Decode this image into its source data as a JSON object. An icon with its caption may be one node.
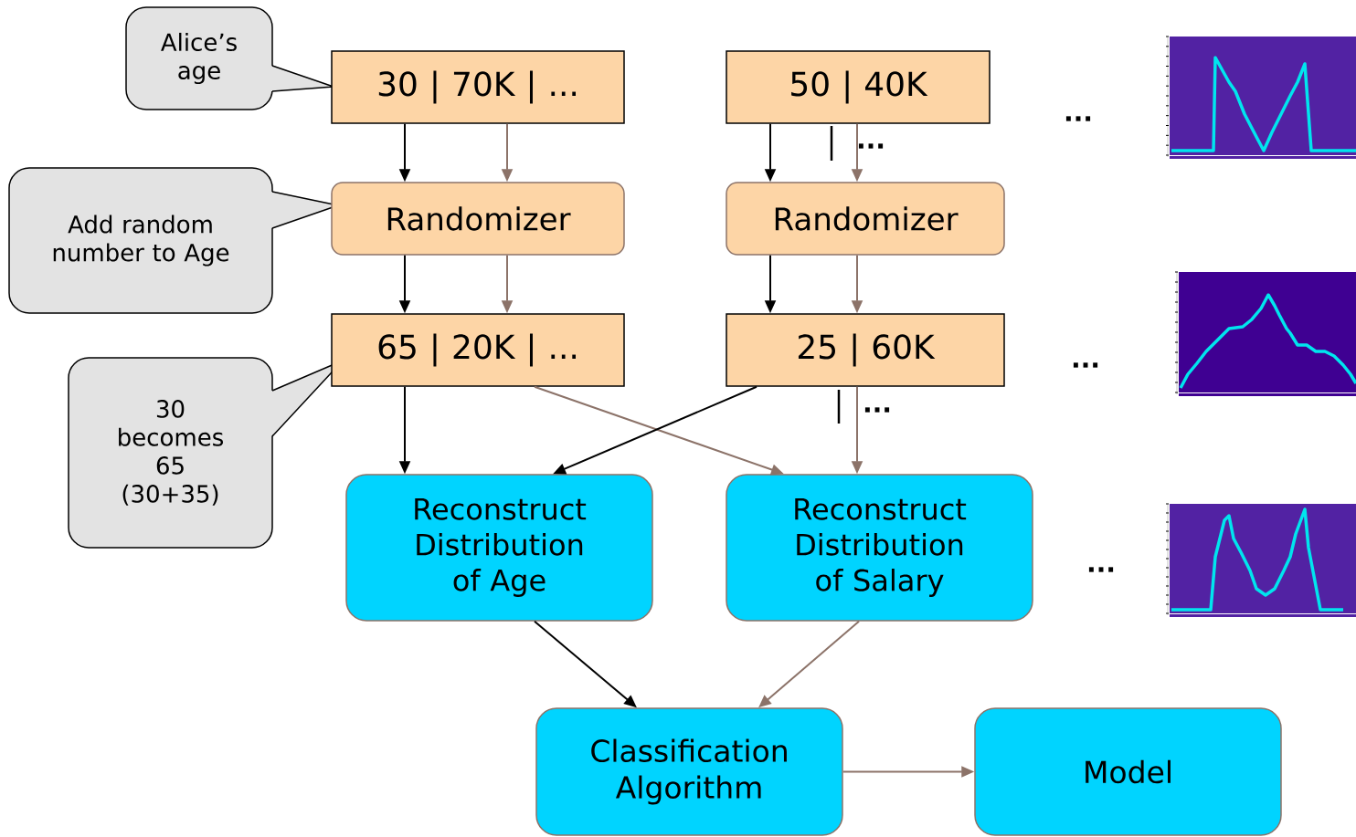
{
  "diagram": {
    "nodes": [
      {
        "text": [
          "Alice’s age"
        ]
      },
      {
        "text": [
          "30 | 70K | ..."
        ]
      },
      {
        "text": [
          "50 | 40K"
        ]
      },
      {
        "text": [
          "Add random number to Age"
        ]
      },
      {
        "text": [
          "Randomizer"
        ]
      },
      {
        "text": [
          "Randomizer"
        ]
      },
      {
        "text": [
          "30 becomes 65 (30+35)"
        ]
      },
      {
        "text": [
          "65 | 20K | ..."
        ]
      },
      {
        "text": [
          "25 | 60K"
        ]
      },
      {
        "text": [
          "Reconstruct Distribution of Age"
        ]
      },
      {
        "text": [
          "Reconstruct Distribution of Salary"
        ]
      },
      {
        "text": [
          "Classification Algorithm"
        ]
      },
      {
        "text": [
          "Model"
        ]
      }
    ],
    "edges": [
      {
        "from": 1,
        "to": 4,
        "arrow": "to",
        "color": "#000000"
      },
      {
        "from": 1,
        "to": 4,
        "arrow": "to"
      },
      {
        "from": 2,
        "to": 5,
        "arrow": "to",
        "color": "#000000"
      },
      {
        "from": 2,
        "to": 5,
        "arrow": "to"
      },
      {
        "from": 4,
        "to": 7,
        "arrow": "to",
        "color": "#000000"
      },
      {
        "from": 4,
        "to": 7,
        "arrow": "to"
      },
      {
        "from": 5,
        "to": 8,
        "arrow": "to",
        "color": "#000000"
      },
      {
        "from": 5,
        "to": 8,
        "arrow": "to"
      },
      {
        "from": 7,
        "to": 9,
        "arrow": "to",
        "color": "#000000"
      },
      {
        "from": 7,
        "to": 10,
        "arrow": "to"
      },
      {
        "from": 8,
        "to": 9,
        "arrow": "to",
        "color": "#000000"
      },
      {
        "from": 8,
        "to": 10,
        "arrow": "to"
      },
      {
        "from": 9,
        "to": 11,
        "arrow": "to",
        "color": "#000000"
      },
      {
        "from": 10,
        "to": 11,
        "arrow": "to"
      },
      {
        "from": 11,
        "to": 12,
        "arrow": "to"
      }
    ],
    "labels": [
      "...",
      "...",
      "...",
      "...",
      "..."
    ]
  }
}
